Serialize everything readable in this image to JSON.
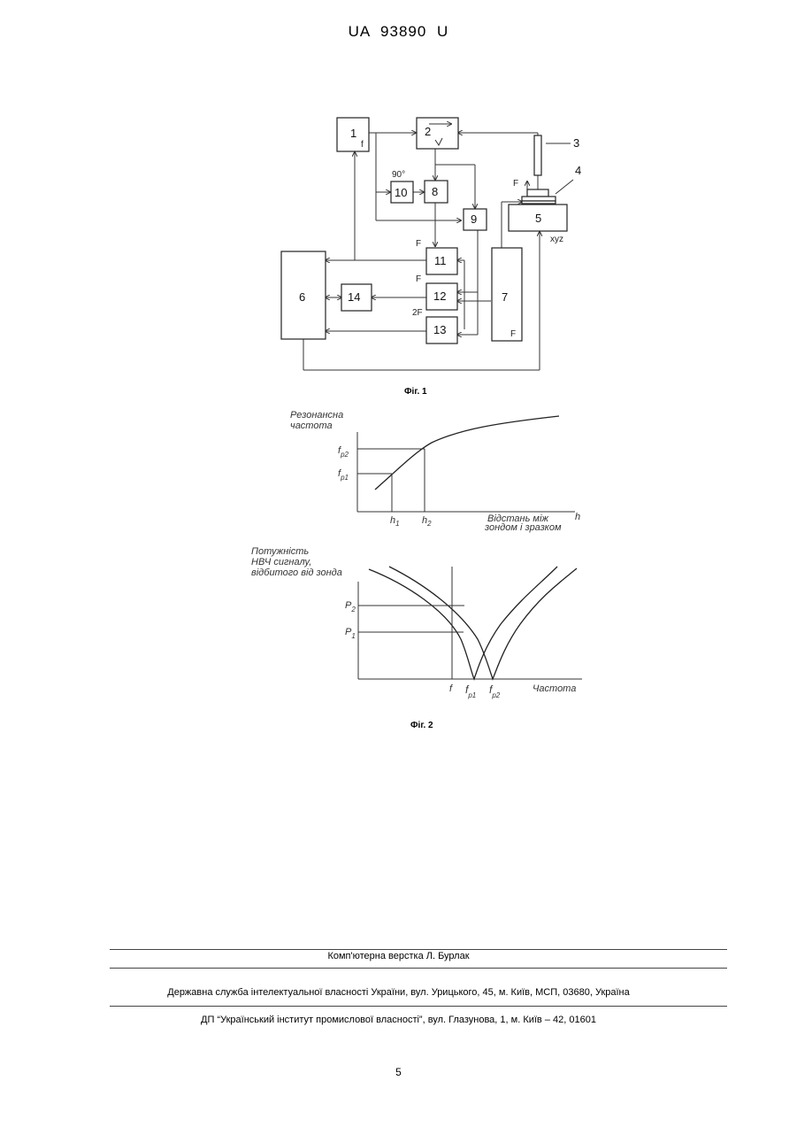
{
  "header": {
    "patent_id": "UA   93890   U"
  },
  "fig1": {
    "caption": "Фіг. 1",
    "blocks": {
      "b1": "1",
      "b1_sub": "f",
      "b2": "2",
      "b3": "3",
      "b4": "4",
      "b5": "5",
      "b6": "6",
      "b7": "7",
      "b8": "8",
      "b9": "9",
      "b10": "10",
      "b11": "11",
      "b12": "12",
      "b13": "13",
      "b14": "14"
    },
    "labels": {
      "phase": "90°",
      "f_probe": "F",
      "xyz": "xyz",
      "f11": "F",
      "f12": "F",
      "f13": "2F",
      "f7": "F"
    }
  },
  "fig2": {
    "caption": "Фіг. 2",
    "top_chart": {
      "ylabel_line1": "Резонансна",
      "ylabel_line2": "частота",
      "xlabel_line1": "Відстань між",
      "xlabel_line2": "зондом і зразком",
      "x_axis_symbol": "h",
      "y_ticks": {
        "fp2_main": "f",
        "fp2_sub": "p2",
        "fp1_main": "f",
        "fp1_sub": "p1"
      },
      "x_ticks": {
        "h1_main": "h",
        "h1_sub": "1",
        "h2_main": "h",
        "h2_sub": "2"
      }
    },
    "bottom_chart": {
      "ylabel_line1": "Потужність",
      "ylabel_line2": "НВЧ сигналу,",
      "ylabel_line3": "відбитого від зонда",
      "xlabel": "Частота",
      "y_ticks": {
        "p2_main": "P",
        "p2_sub": "2",
        "p1_main": "P",
        "p1_sub": "1"
      },
      "x_ticks": {
        "f": "f",
        "fp1_main": "f",
        "fp1_sub": "p1",
        "fp2_main": "f",
        "fp2_sub": "p2"
      }
    }
  },
  "footer": {
    "layout_credit": "Комп'ютерна верстка Л. Бурлак",
    "agency": "Державна служба інтелектуальної власності України, вул. Урицького, 45, м. Київ, МСП, 03680, Україна",
    "institute": "ДП “Український інститут промислової власності”, вул. Глазунова, 1, м. Київ – 42, 01601"
  },
  "page_number": "5"
}
